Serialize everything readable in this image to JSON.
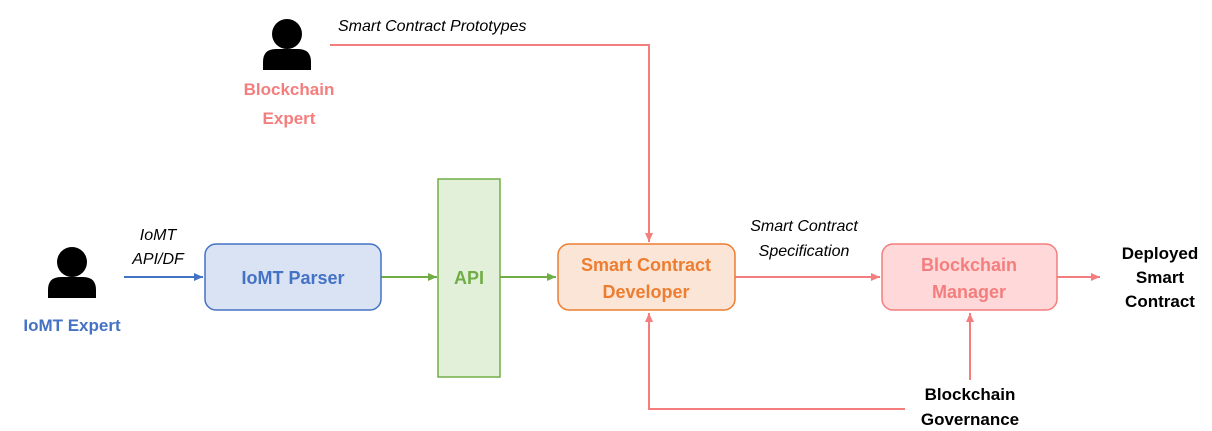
{
  "actors": {
    "blockchain_expert": {
      "line1": "Blockchain",
      "line2": "Expert",
      "color": "#f47e7e"
    },
    "iomt_expert": {
      "label": "IoMT Expert",
      "color": "#4472c4"
    }
  },
  "boxes": {
    "iomt_parser": {
      "label": "IoMT Parser",
      "fill": "#dae3f3",
      "stroke": "#4472c4",
      "text_color": "#4472c4"
    },
    "api": {
      "label": "API",
      "fill": "#e2f0d9",
      "stroke": "#70ad47",
      "text_color": "#70ad47"
    },
    "smart_contract_developer": {
      "line1": "Smart Contract",
      "line2": "Developer",
      "fill": "#fbe5d6",
      "stroke": "#ed7d31",
      "text_color": "#ed7d31"
    },
    "blockchain_manager": {
      "line1": "Blockchain",
      "line2": "Manager",
      "fill": "#ffd9d9",
      "stroke": "#f47e7e",
      "text_color": "#f47e7e"
    }
  },
  "edge_labels": {
    "iomt_api_df": {
      "line1": "IoMT",
      "line2": "API/DF"
    },
    "smart_contract_prototypes": "Smart Contract Prototypes",
    "smart_contract_specification": {
      "line1": "Smart Contract",
      "line2": "Specification"
    }
  },
  "outputs": {
    "deployed_smart_contract": {
      "line1": "Deployed",
      "line2": "Smart",
      "line3": "Contract"
    },
    "blockchain_governance": {
      "line1": "Blockchain",
      "line2": "Governance"
    }
  },
  "colors": {
    "blue_arrow": "#4472c4",
    "green_arrow": "#70ad47",
    "red_arrow": "#f47e7e",
    "person_icon": "#000000"
  }
}
